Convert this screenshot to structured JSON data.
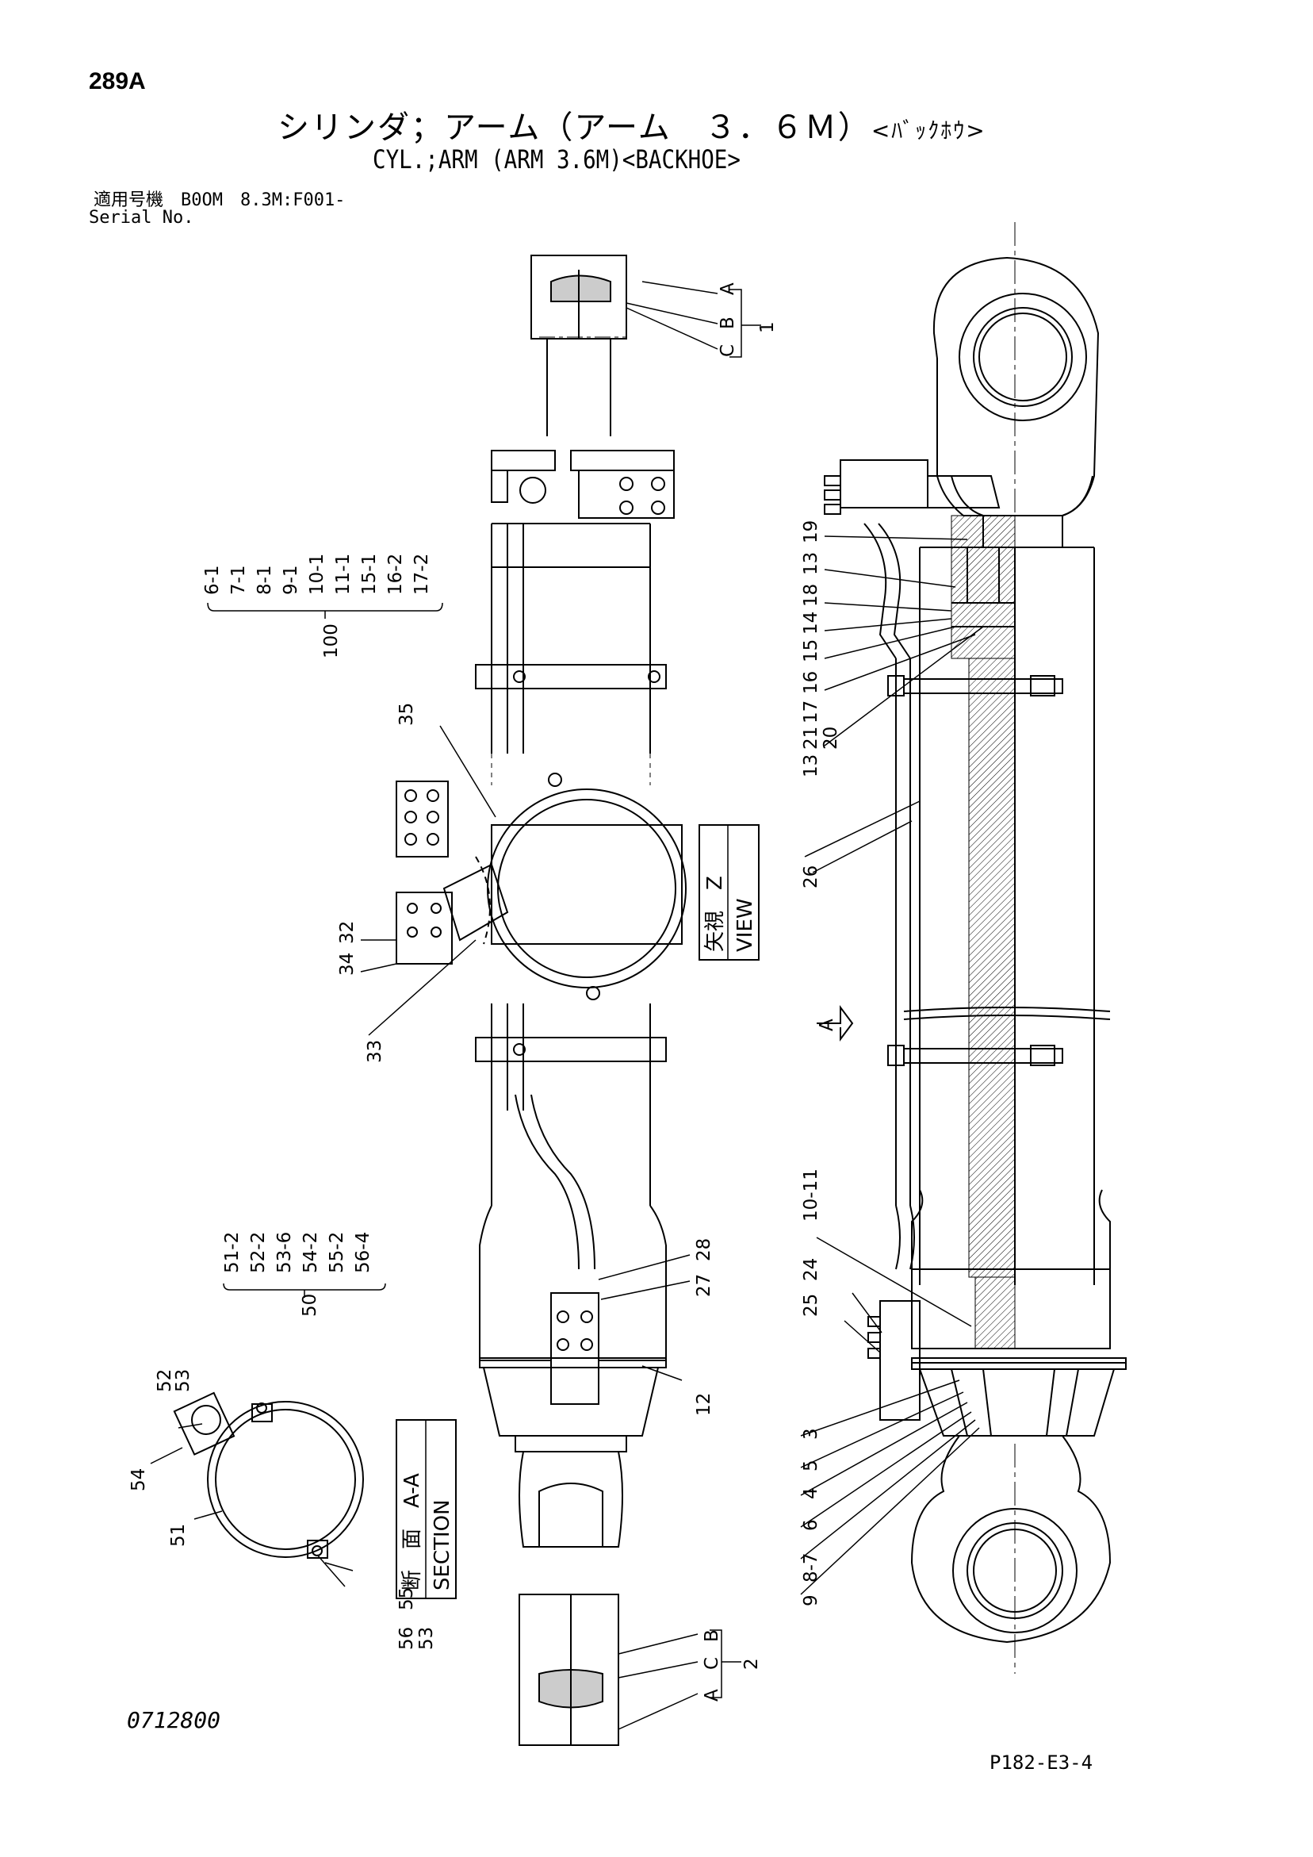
{
  "header": {
    "page_number": "289A",
    "title_jp_main": "シリンダ；アーム（アーム　３．６Ｍ）",
    "title_jp_suffix": "<ﾊﾞｯｸﾎｳ>",
    "title_en": "CYL.;ARM (ARM 3.6M)<BACKHOE>",
    "serial_jp": "適用号機　B0OM　8.3M:F001-",
    "serial_en": "Serial No."
  },
  "footer": {
    "drawing_number": "0712800",
    "plate_number": "P182-E3-4"
  },
  "views": {
    "view_z_jp": "矢視　Z",
    "view_z_en": "VIEW",
    "section_aa_jp": "断　面　A-A",
    "section_aa_en": "SECTION",
    "arrow_a": "A"
  },
  "callouts": {
    "c1": "1",
    "c1_a": "A",
    "c1_b": "B",
    "c1_c": "C",
    "c2": "2",
    "c2_a": "A",
    "c2_b": "B",
    "c2_c": "C",
    "c3": "3",
    "c4": "4",
    "c5": "5",
    "c6": "6",
    "c8_7": "8-7",
    "c9": "9",
    "c10_11": "10-11",
    "c12": "12",
    "c13": "13",
    "c14": "14",
    "c15": "15",
    "c16": "16",
    "c17": "17",
    "c18": "18",
    "c19": "19",
    "c20": "20",
    "c21": "21",
    "c24": "24",
    "c25": "25",
    "c26": "26",
    "c27": "27",
    "c28": "28",
    "c32": "32",
    "c33": "33",
    "c34": "34",
    "c35": "35",
    "c51": "51",
    "c52": "52",
    "c53a": "53",
    "c53b": "53",
    "c54": "54",
    "c55": "55",
    "c56": "56"
  },
  "kit_100": {
    "label": "100",
    "items": [
      "6-1",
      "7-1",
      "8-1",
      "9-1",
      "10-1",
      "11-1",
      "15-1",
      "16-2",
      "17-2"
    ]
  },
  "kit_50": {
    "label": "50",
    "items": [
      "51-2",
      "52-2",
      "53-6",
      "54-2",
      "55-2",
      "56-4"
    ]
  }
}
